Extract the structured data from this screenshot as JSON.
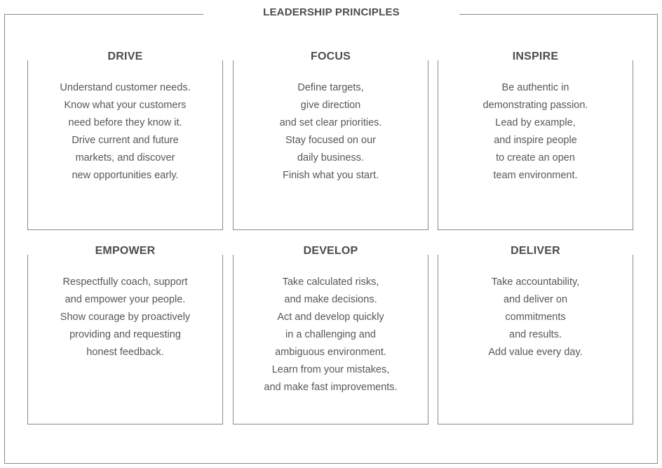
{
  "board": {
    "title": "LEADERSHIP PRINCIPLES",
    "frame_color": "#8a8a8e",
    "text_color": "#575757",
    "heading_color": "#4c4c4e",
    "background": "#ffffff"
  },
  "panels": [
    {
      "title": "DRIVE",
      "lines": [
        "Understand customer needs.",
        "Know what your customers",
        "need before they know it.",
        "Drive current and future",
        "markets, and discover",
        "new opportunities early."
      ]
    },
    {
      "title": "FOCUS",
      "lines": [
        "Define targets,",
        "give direction",
        "and set clear priorities.",
        "Stay focused on our",
        "daily business.",
        "Finish what you start."
      ]
    },
    {
      "title": "INSPIRE",
      "lines": [
        "Be authentic in",
        "demonstrating passion.",
        "Lead by example,",
        "and inspire people",
        "to create an open",
        "team environment."
      ]
    },
    {
      "title": "EMPOWER",
      "lines": [
        "Respectfully coach, support",
        "and empower your people.",
        "Show courage by proactively",
        "providing and requesting",
        "honest feedback."
      ]
    },
    {
      "title": "DEVELOP",
      "lines": [
        "Take calculated risks,",
        "and make decisions.",
        "Act and develop quickly",
        "in a challenging and",
        "ambiguous environment.",
        "Learn from your mistakes,",
        "and make fast improvements."
      ]
    },
    {
      "title": "DELIVER",
      "lines": [
        "Take accountability,",
        "and deliver on",
        "commitments",
        "and results.",
        "Add value every day."
      ]
    }
  ]
}
